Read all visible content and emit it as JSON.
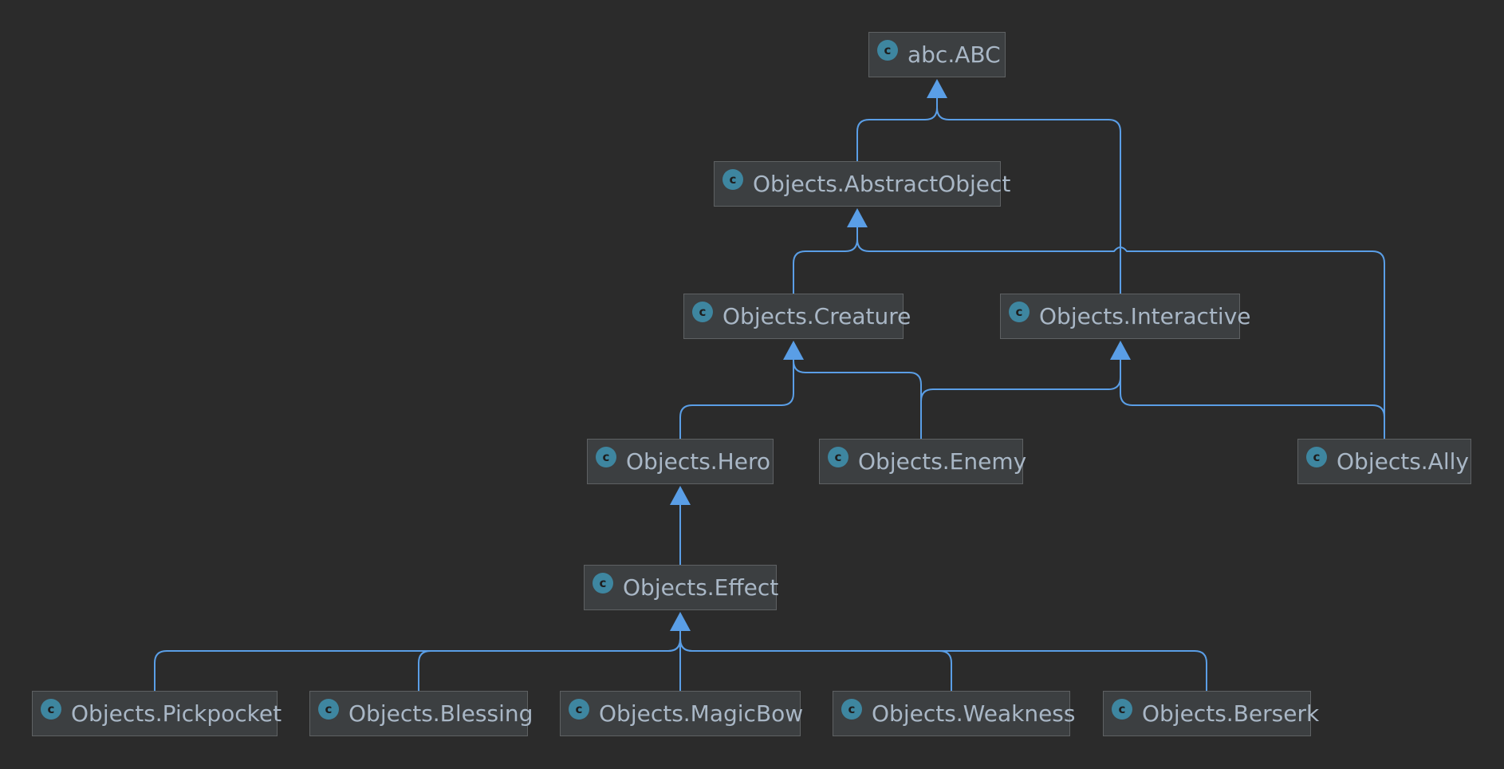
{
  "colors": {
    "background": "#2b2b2b",
    "node_fill": "#3c3f41",
    "node_border": "#5e6163",
    "node_text": "#a9b7c6",
    "class_badge": "#3e86a0",
    "edge": "#5a9ee6"
  },
  "badge_letter": "c",
  "badge_icon": "class-icon",
  "nodes": [
    {
      "id": "abc",
      "label": "abc.ABC"
    },
    {
      "id": "abstract",
      "label": "Objects.AbstractObject"
    },
    {
      "id": "creature",
      "label": "Objects.Creature"
    },
    {
      "id": "interactive",
      "label": "Objects.Interactive"
    },
    {
      "id": "hero",
      "label": "Objects.Hero"
    },
    {
      "id": "enemy",
      "label": "Objects.Enemy"
    },
    {
      "id": "ally",
      "label": "Objects.Ally"
    },
    {
      "id": "effect",
      "label": "Objects.Effect"
    },
    {
      "id": "pickpocket",
      "label": "Objects.Pickpocket"
    },
    {
      "id": "blessing",
      "label": "Objects.Blessing"
    },
    {
      "id": "magicbow",
      "label": "Objects.MagicBow"
    },
    {
      "id": "weakness",
      "label": "Objects.Weakness"
    },
    {
      "id": "berserk",
      "label": "Objects.Berserk"
    }
  ],
  "inheritance": [
    {
      "child": "abstract",
      "parent": "abc"
    },
    {
      "child": "interactive",
      "parent": "abc"
    },
    {
      "child": "creature",
      "parent": "abstract"
    },
    {
      "child": "ally",
      "parent": "abstract"
    },
    {
      "child": "hero",
      "parent": "creature"
    },
    {
      "child": "enemy",
      "parent": "creature"
    },
    {
      "child": "enemy",
      "parent": "interactive"
    },
    {
      "child": "ally",
      "parent": "interactive"
    },
    {
      "child": "effect",
      "parent": "hero"
    },
    {
      "child": "pickpocket",
      "parent": "effect"
    },
    {
      "child": "blessing",
      "parent": "effect"
    },
    {
      "child": "magicbow",
      "parent": "effect"
    },
    {
      "child": "weakness",
      "parent": "effect"
    },
    {
      "child": "berserk",
      "parent": "effect"
    }
  ]
}
